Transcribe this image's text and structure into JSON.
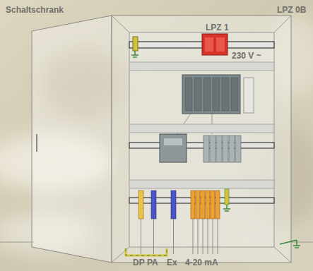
{
  "diagram": {
    "labels": [
      "Schaltschrank",
      "LPZ 0B",
      "LPZ 1",
      "230 V ~",
      "DP",
      "PA",
      "Ex",
      "4-20 mA"
    ]
  }
}
